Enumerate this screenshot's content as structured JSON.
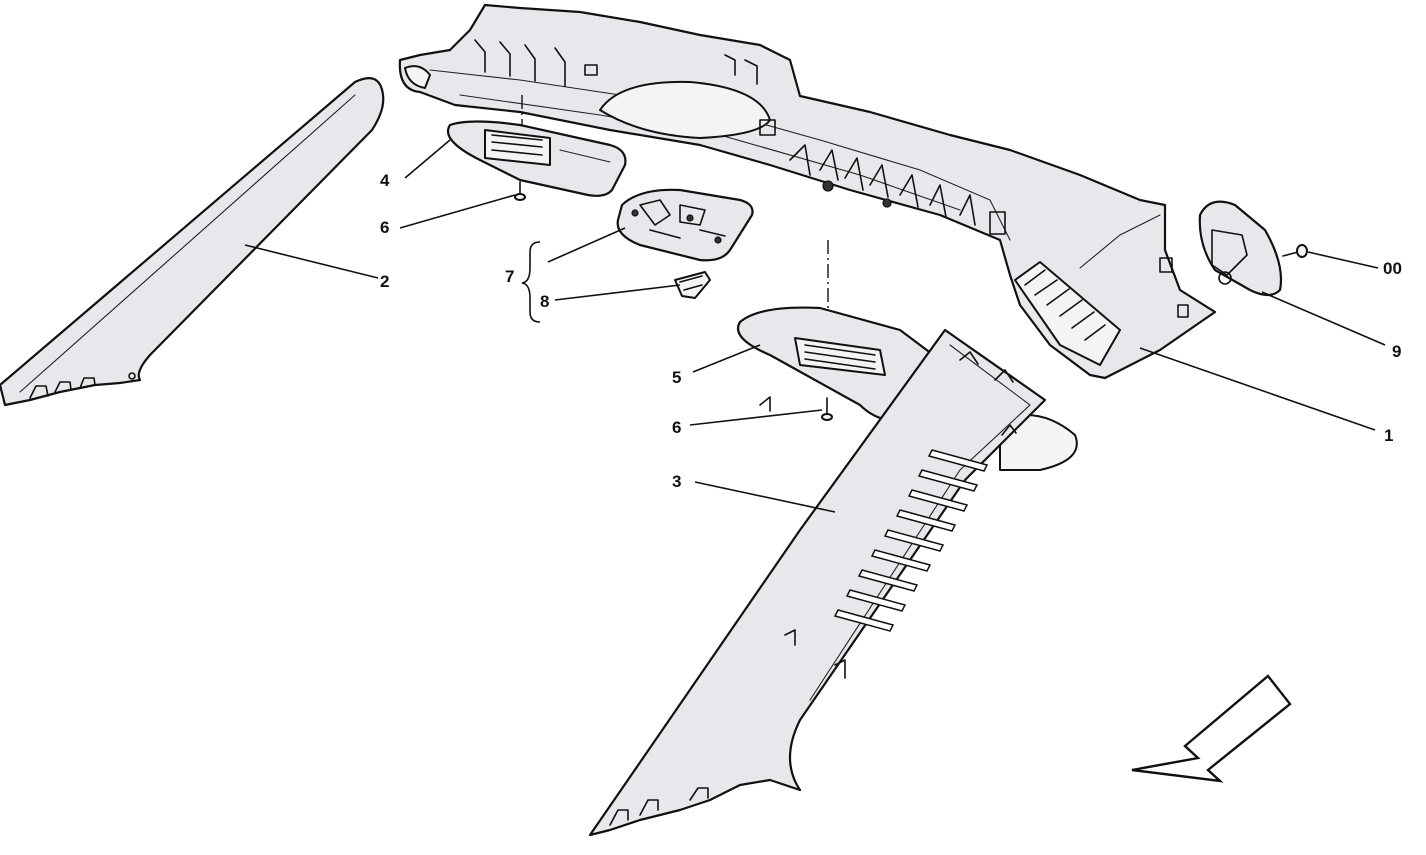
{
  "diagram": {
    "callouts": {
      "c1": "1",
      "c2": "2",
      "c3": "3",
      "c4": "4",
      "c5": "5",
      "c6a": "6",
      "c6b": "6",
      "c7": "7",
      "c8": "8",
      "c9": "9",
      "c00": "00"
    },
    "colors": {
      "trim_fill": "#e9e7ec",
      "outline": "#111111",
      "background": "#ffffff"
    }
  }
}
